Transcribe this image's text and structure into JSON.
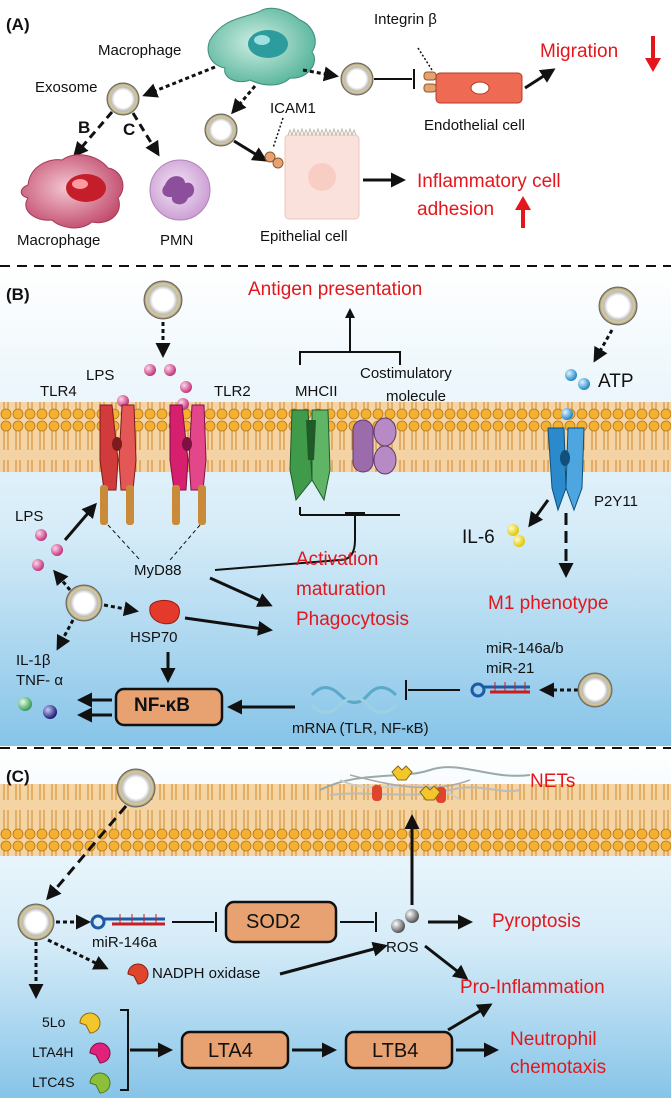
{
  "panels": {
    "a": {
      "tag": "(A)",
      "macrophage_source": "Macrophage",
      "exosome": "Exosome",
      "path_b": "B",
      "path_c": "C",
      "integrin": "Integrin β",
      "endothelial": "Endothelial cell",
      "migration": "Migration",
      "icam1": "ICAM1",
      "macrophage_target": "Macrophage",
      "pmn": "PMN",
      "epithelial": "Epithelial cell",
      "adhesion_line1": "Inflammatory cell",
      "adhesion_line2": "adhesion"
    },
    "b": {
      "tag": "(B)",
      "antigen": "Antigen presentation",
      "lps_top": "LPS",
      "tlr4": "TLR4",
      "tlr2": "TLR2",
      "mhcii": "MHCII",
      "costim_line1": "Costimulatory",
      "costim_line2": "molecule",
      "atp": "ATP",
      "p2y11": "P2Y11",
      "il6": "IL-6",
      "lps_side": "LPS",
      "myd88": "MyD88",
      "activation_line1": "Activation",
      "activation_line2": "maturation",
      "activation_line3": "Phagocytosis",
      "m1": "M1 phenotype",
      "hsp70": "HSP70",
      "il1b": "IL-1β",
      "tnfa": "TNF- α",
      "mir146ab": "miR-146a/b",
      "mir21": "miR-21",
      "nfkb": "NF-κB",
      "mrna": "mRNA (TLR, NF-κB)"
    },
    "c": {
      "tag": "(C)",
      "nets": "NETs",
      "mir146a": "miR-146a",
      "sod2": "SOD2",
      "ros": "ROS",
      "pyroptosis": "Pyroptosis",
      "nadph": "NADPH oxidase",
      "proinflammation": "Pro-Inflammation",
      "lo5": "5Lo",
      "lta4h": "LTA4H",
      "ltc4s": "LTC4S",
      "lta4": "LTA4",
      "ltb4": "LTB4",
      "chemotaxis_line1": "Neutrophil",
      "chemotaxis_line2": "chemotaxis"
    }
  },
  "colors": {
    "highlight": "#e4161c",
    "box_fill": "#e8a271",
    "membrane_head": "#f0b030",
    "membrane_core": "#f5cf9a",
    "panel_bg_top": "#ffffff",
    "panel_bg_bottom": "#8cc7ea"
  },
  "icons": [
    "exosome-icon",
    "macrophage-icon",
    "pmn-icon",
    "endothelial-cell-icon",
    "epithelial-cell-icon",
    "tlr4-receptor-icon",
    "tlr2-receptor-icon",
    "mhcii-icon",
    "p2y11-receptor-icon",
    "hsp70-icon",
    "mirna-icon",
    "mrna-icon",
    "nets-icon",
    "enzyme-icon"
  ]
}
